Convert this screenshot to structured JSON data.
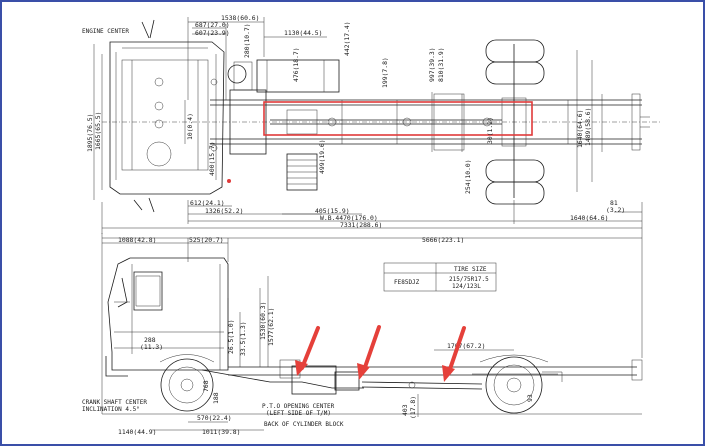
{
  "top_view": {
    "engine_center_label": "ENGINE CENTER",
    "dims": {
      "d_1538": "1538(60.6)",
      "d_687": "687(27.0)",
      "d_607": "607(23.9)",
      "d_1130": "1130(44.5)",
      "d_280": "280(10.7)",
      "d_476": "476(18.7)",
      "d_442": "442(17.4)",
      "d_199": "199(7.8)",
      "d_997": "997(39.3)",
      "d_810": "810(31.9)",
      "d_1895": "1895(76.5)",
      "d_1665": "1665(65.5)",
      "d_1640r": "1640(64.6)",
      "d_1489": "1489(58.6)",
      "d_400": "400(15.7)",
      "d_499": "499(19.6)",
      "d_10": "10(0.4)",
      "d_30": "30(1.2)",
      "d_254": "254(10.0)",
      "d_612": "612(24.1)",
      "d_1326": "1326(52.2)",
      "d_405": "405(15.9)",
      "d_wb": "W.B.4470(176.0)",
      "d_7331": "7331(288.6)",
      "d_1640b": "1640(64.6)",
      "d_81": "81",
      "d_3_2": "(3.2)"
    }
  },
  "side_view": {
    "dims": {
      "d_1088": "1088(42.8)",
      "d_525": "525(20.7)",
      "d_5666": "5666(223.1)",
      "d_288": "288",
      "d_11_3": "(11.3)",
      "d_26_5": "26.5(1.0)",
      "d_33_5": "33.5(1.3)",
      "d_1530": "1530(60.3)",
      "d_1577": "1577(62.1)",
      "d_1707": "1707(67.2)",
      "d_403": "403",
      "d_17_8": "(17.8)",
      "d_570": "570(22.4)",
      "d_1140": "1140(44.9)",
      "d_1011": "1011(39.8)",
      "d_768": "768",
      "d_188": "188",
      "d_93": "93"
    },
    "labels": {
      "crank_1": "CRANK SHAFT CENTER",
      "crank_2": "INCLINATION 4.5°",
      "pto_1": "P.T.O OPENING CENTER",
      "pto_2": "(LEFT SIDE OF T/M)",
      "cyl": "BACK OF CYLINDER BLOCK"
    },
    "tire_table": {
      "header": "TIRE SIZE",
      "model": "FE85DJZ",
      "size_1": "215/75R17.5",
      "size_2": "124/123L"
    }
  },
  "colors": {
    "frame_border": "#3a4fa8",
    "highlight": "#e03a3a",
    "arrow": "#e5403a"
  }
}
